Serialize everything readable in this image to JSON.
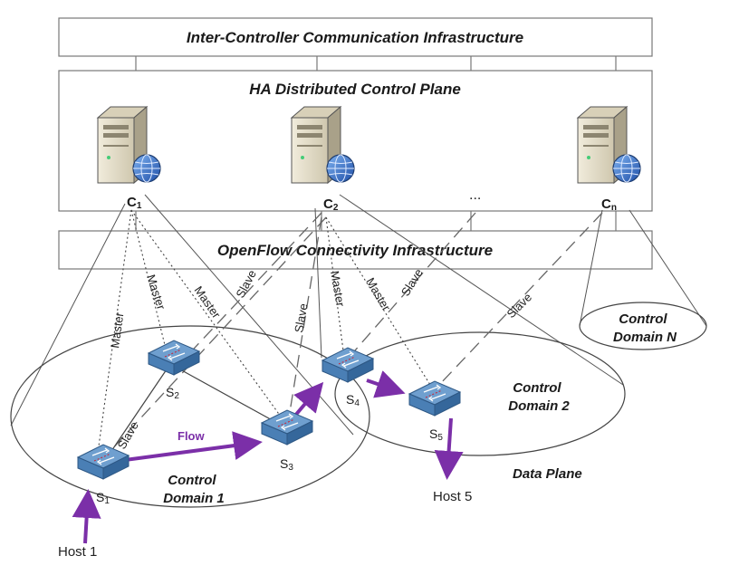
{
  "layers": {
    "inter_controller": "Inter-Controller Communication Infrastructure",
    "control_plane": "HA Distributed Control Plane",
    "openflow": "OpenFlow Connectivity Infrastructure"
  },
  "controllers": [
    {
      "id": "C1",
      "label": "C",
      "sub": "1"
    },
    {
      "id": "C2",
      "label": "C",
      "sub": "2"
    },
    {
      "id": "Cn",
      "label": "C",
      "sub": "n"
    }
  ],
  "ellipsis": "...",
  "switches": [
    {
      "id": "S1",
      "label": "S",
      "sub": "1"
    },
    {
      "id": "S2",
      "label": "S",
      "sub": "2"
    },
    {
      "id": "S3",
      "label": "S",
      "sub": "3"
    },
    {
      "id": "S4",
      "label": "S",
      "sub": "4"
    },
    {
      "id": "S5",
      "label": "S",
      "sub": "5"
    }
  ],
  "domains": {
    "domain1": [
      "Control",
      "Domain 1"
    ],
    "domain2": [
      "Control",
      "Domain 2"
    ],
    "domainN": [
      "Control",
      "Domain N"
    ]
  },
  "links": {
    "master": "Master",
    "slave": "Slave",
    "flow": "Flow"
  },
  "data_plane": "Data Plane",
  "hosts": {
    "host1": "Host 1",
    "host5": "Host 5"
  },
  "colors": {
    "flow": "#7b2fa8",
    "switch_top": "#6f9fcf",
    "switch_side": "#3f6f9f",
    "server_front": "#e9e3cf",
    "server_side": "#b8b09a"
  }
}
